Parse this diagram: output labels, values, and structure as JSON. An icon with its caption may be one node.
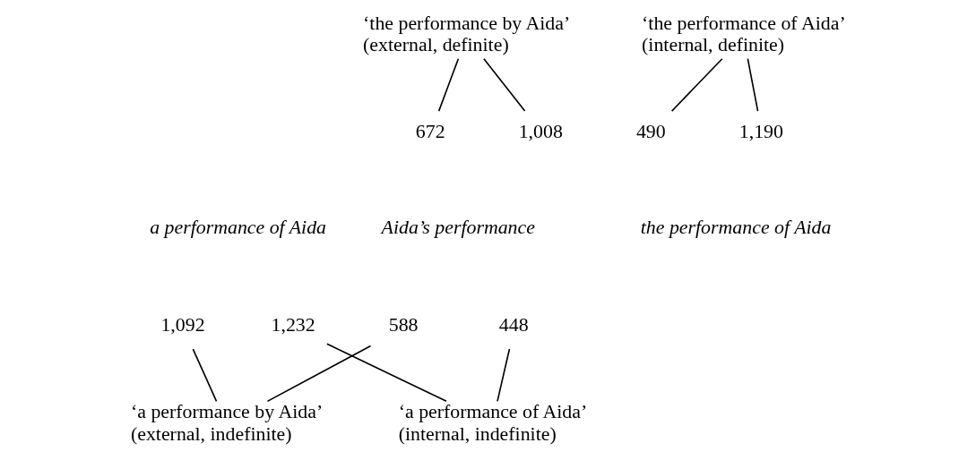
{
  "diagram": {
    "nodes": [
      {
        "text": [
          "‘the performance by Aida’",
          "(external, definite)"
        ]
      },
      {
        "text": [
          "‘the performance of Aida’",
          "(internal, definite)"
        ]
      },
      {
        "text": [
          "1,008"
        ]
      },
      {
        "text": [
          "1,190"
        ]
      },
      {
        "text": [
          "672"
        ]
      },
      {
        "text": [
          "490"
        ]
      },
      {
        "text": [
          "1,092"
        ]
      },
      {
        "text": [
          "1,232"
        ]
      },
      {
        "text": [
          "588"
        ]
      },
      {
        "text": [
          "448"
        ]
      },
      {
        "text": [
          "‘a performance by Aida’",
          "(external, indefinite)"
        ]
      },
      {
        "text": [
          "‘a performance of Aida’",
          "(internal, indefinite)"
        ]
      }
    ],
    "edges": [
      {
        "from": 0,
        "to": 2,
        "arrow": "none"
      },
      {
        "from": 0,
        "to": 4,
        "arrow": "none"
      },
      {
        "from": 1,
        "to": 3,
        "arrow": "none"
      },
      {
        "from": 1,
        "to": 5,
        "arrow": "none"
      },
      {
        "from": 6,
        "to": 10,
        "arrow": "none"
      },
      {
        "from": 8,
        "to": 10,
        "arrow": "none"
      },
      {
        "from": 7,
        "to": 11,
        "arrow": "none"
      },
      {
        "from": 9,
        "to": 11,
        "arrow": "none"
      }
    ],
    "labels": [
      "the performance of Aida",
      "a performance of Aida",
      "Aida’s performance"
    ]
  }
}
